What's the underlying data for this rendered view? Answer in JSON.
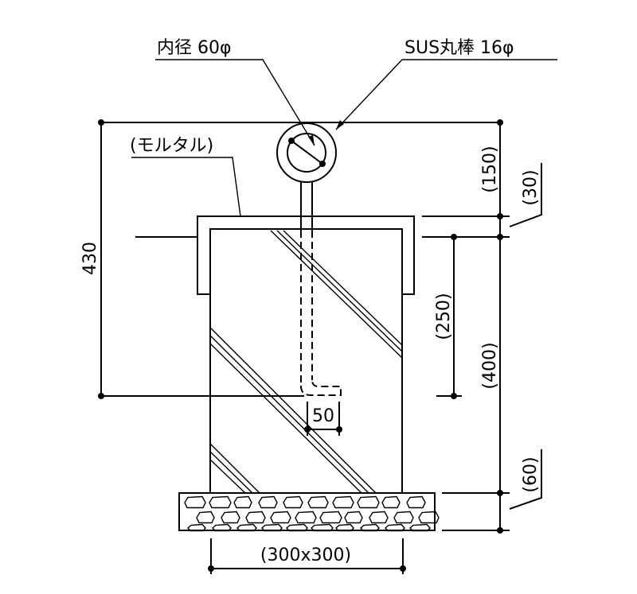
{
  "labels": {
    "inner_diameter": "内径 60φ",
    "sus_bar": "SUS丸棒 16φ",
    "mortar": "(モルタル)"
  },
  "dimensions": {
    "total_height": "430",
    "top": "(150)",
    "cap": "(30)",
    "embed": "(250)",
    "block": "(400)",
    "base": "(60)",
    "hook": "50",
    "footprint": "(300x300)"
  }
}
